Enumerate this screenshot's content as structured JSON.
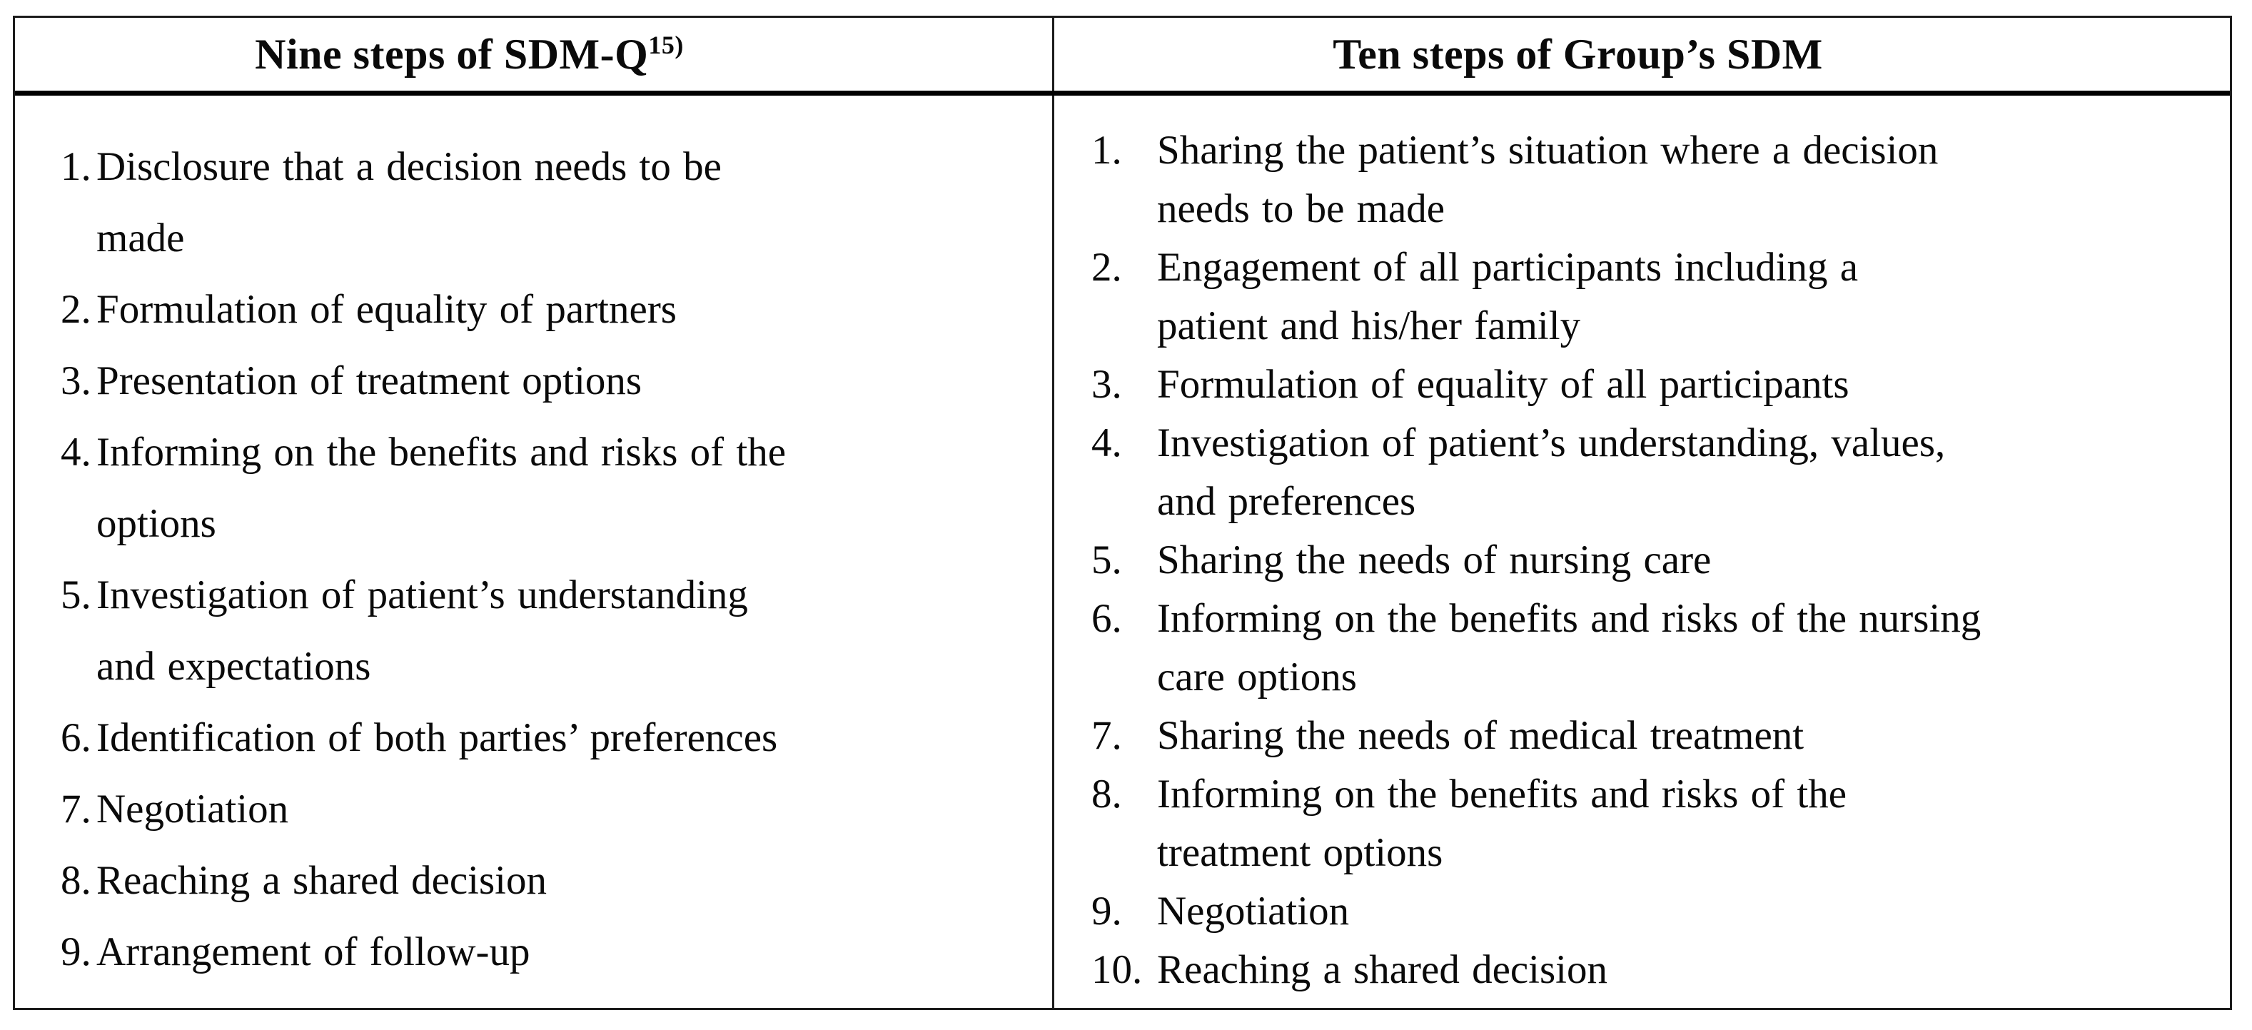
{
  "colors": {
    "background": "#ffffff",
    "text": "#0a0a0a",
    "border": "#1c1c1c",
    "header_separator": "#000000"
  },
  "table": {
    "columns": [
      {
        "header": {
          "text": "Nine steps of SDM-Q",
          "superscript": "15)"
        },
        "items": [
          "Disclosure that a decision needs to be\nmade",
          "Formulation of equality of partners",
          "Presentation of treatment options",
          "Informing on the benefits and risks of the\noptions",
          "Investigation of patient’s understanding\nand expectations",
          "Identification of both parties’ preferences",
          "Negotiation",
          "Reaching a shared decision",
          "Arrangement of follow-up"
        ]
      },
      {
        "header": {
          "text": "Ten steps of Group’s SDM",
          "superscript": ""
        },
        "items": [
          "Sharing the patient’s situation where a decision\nneeds to be made",
          "Engagement of all participants including a\npatient and his/her family",
          "Formulation of equality of all participants",
          "Investigation of patient’s understanding, values,\nand preferences",
          "Sharing the needs of nursing care",
          "Informing on the benefits and risks of the nursing\ncare options",
          "Sharing the needs of medical treatment",
          "Informing on the benefits and risks of the\ntreatment options",
          "Negotiation",
          "Reaching a shared decision"
        ]
      }
    ]
  }
}
